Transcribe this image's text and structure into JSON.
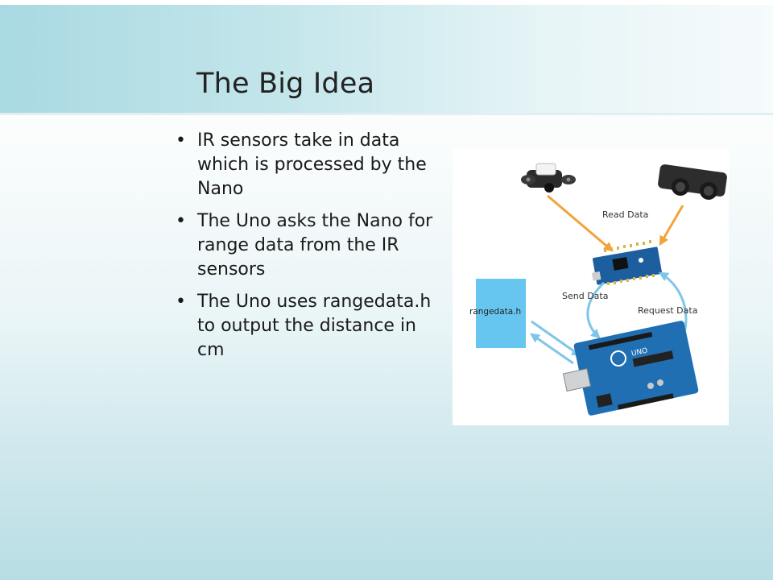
{
  "slide": {
    "title": "The Big Idea",
    "bullets": [
      "IR sensors take in data which is processed by the Nano",
      "The Uno asks the Nano for range data from the IR sensors",
      "The Uno uses rangedata.h  to output the distance in cm"
    ],
    "bullet_glyph": "•"
  },
  "diagram": {
    "labels": {
      "read_data": "Read  Data",
      "send_data": "Send  Data",
      "request_data": "Request  Data",
      "rangedata_box": "rangedata.h"
    },
    "board_text": {
      "uno": "UNO"
    },
    "colors": {
      "orange_arrow": "#f2a33a",
      "blue_arrow": "#7ec6e8",
      "rangedata_box": "#66c6f0",
      "uno_board": "#1f6fb2",
      "nano_board": "#1d5f9e"
    }
  }
}
